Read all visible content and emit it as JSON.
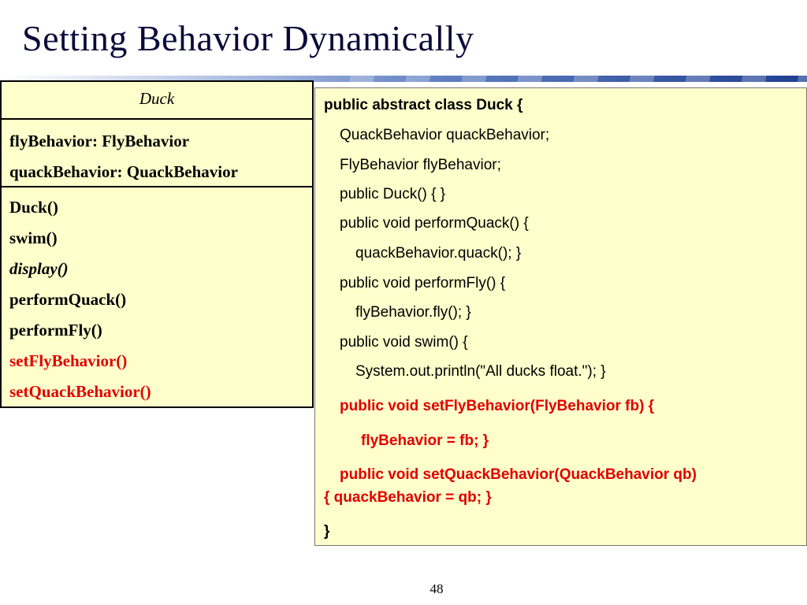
{
  "slide": {
    "title": "Setting Behavior Dynamically",
    "page_number": "48"
  },
  "uml": {
    "class_name": "Duck",
    "attributes": [
      "flyBehavior: FlyBehavior",
      "quackBehavior: QuackBehavior"
    ],
    "methods": [
      "Duck()",
      "swim()",
      "display()",
      "performQuack()",
      "performFly()",
      "setFlyBehavior()",
      "setQuackBehavior()"
    ]
  },
  "code": {
    "lines": [
      "public abstract class Duck {",
      "QuackBehavior quackBehavior;",
      "FlyBehavior flyBehavior;",
      "public Duck() { }",
      "public void performQuack() {",
      "quackBehavior.quack();    }",
      "public void performFly() {",
      "flyBehavior.fly();    }",
      "public void swim() {",
      "System.out.println(\"All ducks float.\"); }",
      "public void setFlyBehavior(FlyBehavior fb) {",
      "flyBehavior = fb; }",
      "public void setQuackBehavior(QuackBehavior qb)",
      "{       quackBehavior = qb;  }",
      "}"
    ]
  },
  "colors": {
    "box_fill": "#ffffcc",
    "highlight": "#e00000",
    "title_text": "#0a0a3a"
  }
}
